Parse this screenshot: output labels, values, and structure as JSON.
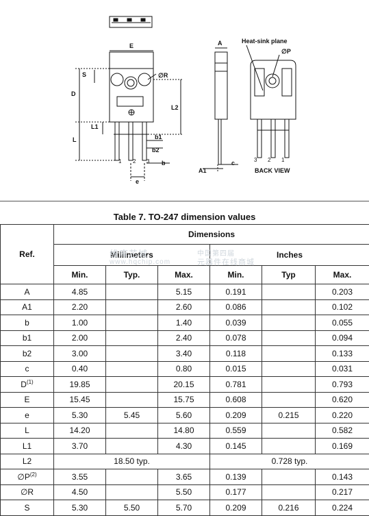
{
  "drawing": {
    "labels": {
      "E": "E",
      "S": "S",
      "D": "D",
      "R": "∅R",
      "L2": "L2",
      "L1": "L1",
      "L": "L",
      "b1": "b1",
      "b2": "b2",
      "b": "b",
      "e": "e",
      "pin1": "1",
      "pin2": "2",
      "pin3": "3",
      "A": "A",
      "A1": "A1",
      "c": "c",
      "heat_sink": "Heat-sink plane",
      "P": "∅P",
      "back_view": "BACK VIEW",
      "bv3": "3",
      "bv2": "2",
      "bv1": "1"
    }
  },
  "table": {
    "title": "Table 7. TO-247 dimension values",
    "ref_header": "Ref.",
    "dimensions_header": "Dimensions",
    "mm_header": "Millimeters",
    "in_header": "Inches",
    "cols": [
      "Min.",
      "Typ.",
      "Max.",
      "Min.",
      "Typ",
      "Max."
    ],
    "rows": [
      {
        "ref": "A",
        "sup": "",
        "mm_min": "4.85",
        "mm_typ": "",
        "mm_max": "5.15",
        "in_min": "0.191",
        "in_typ": "",
        "in_max": "0.203"
      },
      {
        "ref": "A1",
        "sup": "",
        "mm_min": "2.20",
        "mm_typ": "",
        "mm_max": "2.60",
        "in_min": "0.086",
        "in_typ": "",
        "in_max": "0.102"
      },
      {
        "ref": "b",
        "sup": "",
        "mm_min": "1.00",
        "mm_typ": "",
        "mm_max": "1.40",
        "in_min": "0.039",
        "in_typ": "",
        "in_max": "0.055"
      },
      {
        "ref": "b1",
        "sup": "",
        "mm_min": "2.00",
        "mm_typ": "",
        "mm_max": "2.40",
        "in_min": "0.078",
        "in_typ": "",
        "in_max": "0.094"
      },
      {
        "ref": "b2",
        "sup": "",
        "mm_min": "3.00",
        "mm_typ": "",
        "mm_max": "3.40",
        "in_min": "0.118",
        "in_typ": "",
        "in_max": "0.133"
      },
      {
        "ref": "c",
        "sup": "",
        "mm_min": "0.40",
        "mm_typ": "",
        "mm_max": "0.80",
        "in_min": "0.015",
        "in_typ": "",
        "in_max": "0.031"
      },
      {
        "ref": "D",
        "sup": "(1)",
        "mm_min": "19.85",
        "mm_typ": "",
        "mm_max": "20.15",
        "in_min": "0.781",
        "in_typ": "",
        "in_max": "0.793"
      },
      {
        "ref": "E",
        "sup": "",
        "mm_min": "15.45",
        "mm_typ": "",
        "mm_max": "15.75",
        "in_min": "0.608",
        "in_typ": "",
        "in_max": "0.620"
      },
      {
        "ref": "e",
        "sup": "",
        "mm_min": "5.30",
        "mm_typ": "5.45",
        "mm_max": "5.60",
        "in_min": "0.209",
        "in_typ": "0.215",
        "in_max": "0.220"
      },
      {
        "ref": "L",
        "sup": "",
        "mm_min": "14.20",
        "mm_typ": "",
        "mm_max": "14.80",
        "in_min": "0.559",
        "in_typ": "",
        "in_max": "0.582"
      },
      {
        "ref": "L1",
        "sup": "",
        "mm_min": "3.70",
        "mm_typ": "",
        "mm_max": "4.30",
        "in_min": "0.145",
        "in_typ": "",
        "in_max": "0.169"
      },
      {
        "ref": "L2",
        "sup": "",
        "mm_span": "18.50 typ.",
        "in_span": "0.728 typ."
      },
      {
        "ref": "∅P",
        "sup": "(2)",
        "mm_min": "3.55",
        "mm_typ": "",
        "mm_max": "3.65",
        "in_min": "0.139",
        "in_typ": "",
        "in_max": "0.143"
      },
      {
        "ref": "∅R",
        "sup": "",
        "mm_min": "4.50",
        "mm_typ": "",
        "mm_max": "5.50",
        "in_min": "0.177",
        "in_typ": "",
        "in_max": "0.217"
      },
      {
        "ref": "S",
        "sup": "",
        "mm_min": "5.30",
        "mm_typ": "5.50",
        "mm_max": "5.70",
        "in_min": "0.209",
        "in_typ": "0.216",
        "in_max": "0.224"
      }
    ]
  },
  "watermark": {
    "left": "维库芯城",
    "left_url": "www.hqchip.com",
    "right1": "中国第四届",
    "right2": "元器件在线商城"
  }
}
